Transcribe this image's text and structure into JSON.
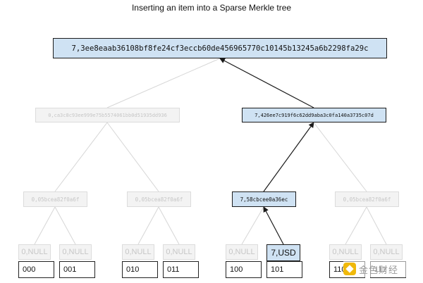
{
  "title": "Inserting an item into a Sparse Merkle tree",
  "root": {
    "label": "7,3ee8eaab36108bf8fe24cf3eccb60de456965770c10145b13245a6b2298fa29c",
    "highlighted": true
  },
  "level1": [
    {
      "label": "0,ca3c8c93ee999e75b5574061bb0d51935dd936",
      "highlighted": false
    },
    {
      "label": "7,426ee7c919f6c62dd9aba3c0fa140a3735c07d",
      "highlighted": true
    }
  ],
  "level2": [
    {
      "label": "0,05bcea82f0a6f",
      "highlighted": false
    },
    {
      "label": "0,05bcea82f0a6f",
      "highlighted": false
    },
    {
      "label": "7,58cbcee0a36ec",
      "highlighted": true
    },
    {
      "label": "0,05bcea82f0a6f",
      "highlighted": false
    }
  ],
  "leaves": [
    {
      "value": "0,NULL",
      "path": "000",
      "highlighted": false
    },
    {
      "value": "0,NULL",
      "path": "001",
      "highlighted": false
    },
    {
      "value": "0,NULL",
      "path": "010",
      "highlighted": false
    },
    {
      "value": "0,NULL",
      "path": "011",
      "highlighted": false
    },
    {
      "value": "0,NULL",
      "path": "100",
      "highlighted": false
    },
    {
      "value": "7,USD",
      "path": "101",
      "highlighted": true
    },
    {
      "value": "0,NULL",
      "path": "110",
      "highlighted": false
    },
    {
      "value": "0,NULL",
      "path": "111",
      "highlighted": false
    }
  ],
  "watermark": {
    "text": "金色财经"
  },
  "colors": {
    "highlight_fill": "#cfe2f3",
    "highlight_border": "#1c1c1c",
    "dim_fill": "#f3f3f3",
    "dim_border": "#dcdcdc",
    "dim_text": "#c6c6c6",
    "edge_dim": "#d6d6d6",
    "edge_active": "#1a1a1a"
  }
}
